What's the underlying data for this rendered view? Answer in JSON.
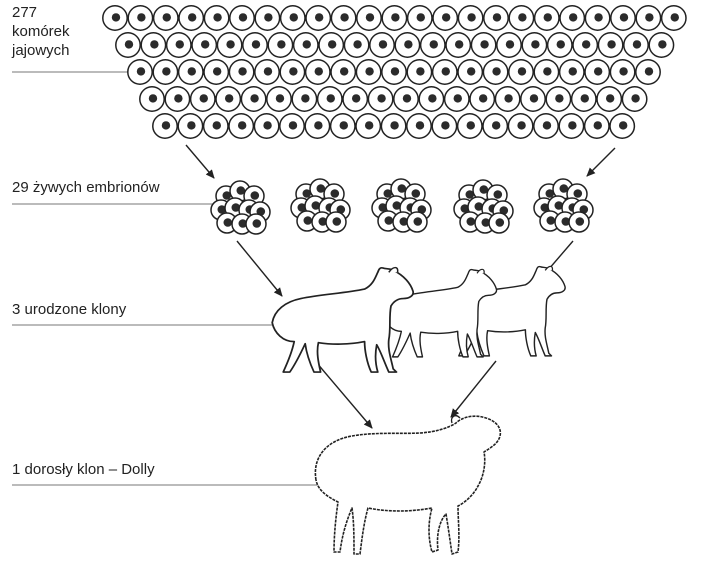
{
  "labels": {
    "eggs": {
      "line1": "277",
      "line2": "komórek",
      "line3": "jajowych"
    },
    "embryos": "29 żywych embrionów",
    "clones": "3 urodzone klony",
    "adult": "1 dorosły klon – Dolly"
  },
  "colors": {
    "ink": "#222222",
    "nucleus": "#2b2b2b",
    "background": "#ffffff"
  }
}
